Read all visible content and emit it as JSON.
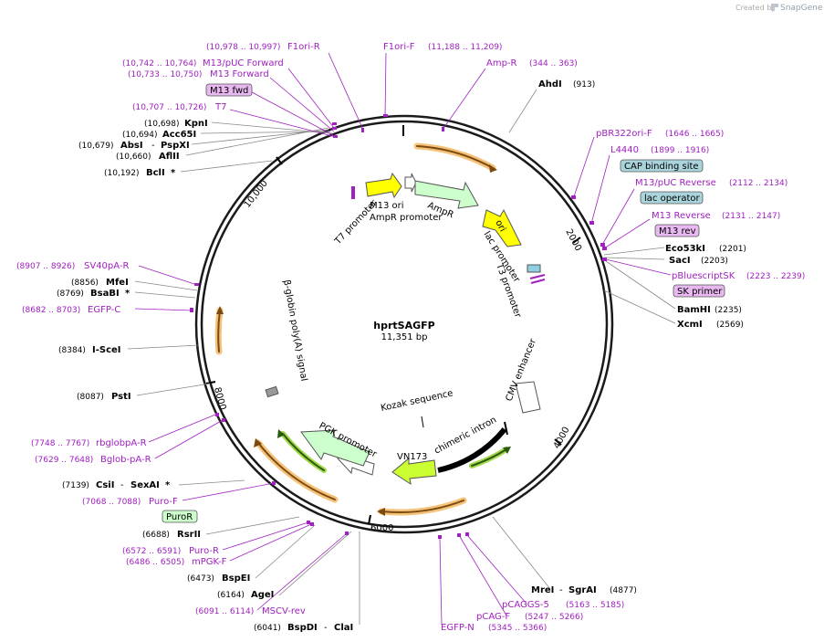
{
  "header": {
    "created_by": "Created by",
    "brand": "SnapGene"
  },
  "plasmid": {
    "name": "hprtSAGFP",
    "size": "11,351 bp"
  },
  "ticks": {
    "t2000": "2000",
    "t4000": "4000",
    "t6000": "6000",
    "t8000": "8000",
    "t10000": "10,000"
  },
  "sites": {
    "ahdi": {
      "name": "AhdI",
      "pos": "(913)"
    },
    "eco53ki": {
      "name": "Eco53kI",
      "pos": "(2201)"
    },
    "saci": {
      "name": "SacI",
      "pos": "(2203)"
    },
    "bamhi": {
      "name": "BamHI",
      "pos": "(2235)"
    },
    "xcmi": {
      "name": "XcmI",
      "pos": "(2569)"
    },
    "mrei": {
      "name": "MreI",
      "sep": "-",
      "name2": "SgrAI",
      "pos": "(4877)"
    },
    "bspdi": {
      "name": "BspDI",
      "sep": "-",
      "name2": "ClaI",
      "pos": "(6041)"
    },
    "agei": {
      "name": "AgeI",
      "pos": "(6164)"
    },
    "bspei": {
      "name": "BspEI",
      "pos": "(6473)"
    },
    "rsrii": {
      "name": "RsrII",
      "pos": "(6688)"
    },
    "csii": {
      "name": "CsiI",
      "sep": "-",
      "name2": "SexAI",
      "star": "*",
      "pos": "(7139)"
    },
    "psti": {
      "name": "PstI",
      "pos": "(8087)"
    },
    "isce": {
      "name": "I-SceI",
      "pos": "(8384)"
    },
    "bsabi": {
      "name": "BsaBI",
      "star": "*",
      "pos": "(8769)"
    },
    "mfei": {
      "name": "MfeI",
      "pos": "(8856)"
    },
    "bcli": {
      "name": "BclI",
      "star": "*",
      "pos": "(10,192)"
    },
    "aflii": {
      "name": "AflII",
      "pos": "(10,660)"
    },
    "absi": {
      "name": "AbsI",
      "sep": "-",
      "name2": "PspXI",
      "pos": "(10,679)"
    },
    "acc65i": {
      "name": "Acc65I",
      "pos": "(10,694)"
    },
    "kpni": {
      "name": "KpnI",
      "pos": "(10,698)"
    }
  },
  "primers": {
    "f1orir": {
      "name": "F1ori-R",
      "range": "(10,978 .. 10,997)"
    },
    "f1orif": {
      "name": "F1ori-F",
      "range": "(11,188 .. 11,209)"
    },
    "m13puc": {
      "name": "M13/pUC Forward",
      "range": "(10,742 .. 10,764)"
    },
    "m13fwd": {
      "name": "M13 Forward",
      "range": "(10,733 .. 10,750)"
    },
    "m13fwdbox": {
      "name": "M13 fwd"
    },
    "t7": {
      "name": "T7",
      "range": "(10,707 .. 10,726)"
    },
    "ampr": {
      "name": "Amp-R",
      "range": "(344 .. 363)"
    },
    "pbr": {
      "name": "pBR322ori-F",
      "range": "(1646 .. 1665)"
    },
    "l4440": {
      "name": "L4440",
      "range": "(1899 .. 1916)"
    },
    "capbox": {
      "name": "CAP binding site"
    },
    "m13pucrev": {
      "name": "M13/pUC Reverse",
      "range": "(2112 .. 2134)"
    },
    "lacop": {
      "name": "lac operator"
    },
    "m13reverse": {
      "name": "M13 Reverse",
      "range": "(2131 .. 2147)"
    },
    "m13revbox": {
      "name": "M13 rev"
    },
    "pbluesk": {
      "name": "pBluescriptSK",
      "range": "(2223 .. 2239)"
    },
    "skprimer": {
      "name": "SK primer"
    },
    "sv40": {
      "name": "SV40pA-R",
      "range": "(8907 .. 8926)"
    },
    "egfpc": {
      "name": "EGFP-C",
      "range": "(8682 .. 8703)"
    },
    "rbglob": {
      "name": "rbglobpA-R",
      "range": "(7748 .. 7767)"
    },
    "bglob": {
      "name": "Bglob-pA-R",
      "range": "(7629 .. 7648)"
    },
    "purof": {
      "name": "Puro-F",
      "range": "(7068 .. 7088)"
    },
    "purorbox": {
      "name": "PuroR"
    },
    "puror": {
      "name": "Puro-R",
      "range": "(6572 .. 6591)"
    },
    "mpgkf": {
      "name": "mPGK-F",
      "range": "(6486 .. 6505)"
    },
    "mscv": {
      "name": "MSCV-rev",
      "range": "(6091 .. 6114)"
    },
    "pcaggs": {
      "name": "pCAGGS-5",
      "range": "(5163 .. 5185)"
    },
    "pcagf": {
      "name": "pCAG-F",
      "range": "(5247 .. 5266)"
    },
    "egfpn": {
      "name": "EGFP-N",
      "range": "(5345 .. 5366)"
    }
  },
  "features": {
    "t7prom": "T7 promoter",
    "m13ori": "M13 ori",
    "amprprom": "AmpR promoter",
    "ampr": "AmpR",
    "ori": "ori",
    "lacprom": "lac promoter",
    "t3prom": "T3 promoter",
    "cmv": "CMV enhancer",
    "bglobin": "β-globin poly(A) signal",
    "kozak": "Kozak sequence",
    "chimeric": "chimeric intron",
    "vn173": "VN173",
    "pgk": "PGK promoter"
  },
  "colors": {
    "primer": "#a020c0",
    "yellow": "#ffff00",
    "green": "#ccffcc",
    "orange": "#f5a623",
    "lime": "#99cc33",
    "capbox": "#a9d4dc",
    "primerbox": "#e8b8f0",
    "purobox": "#ccffcc"
  }
}
